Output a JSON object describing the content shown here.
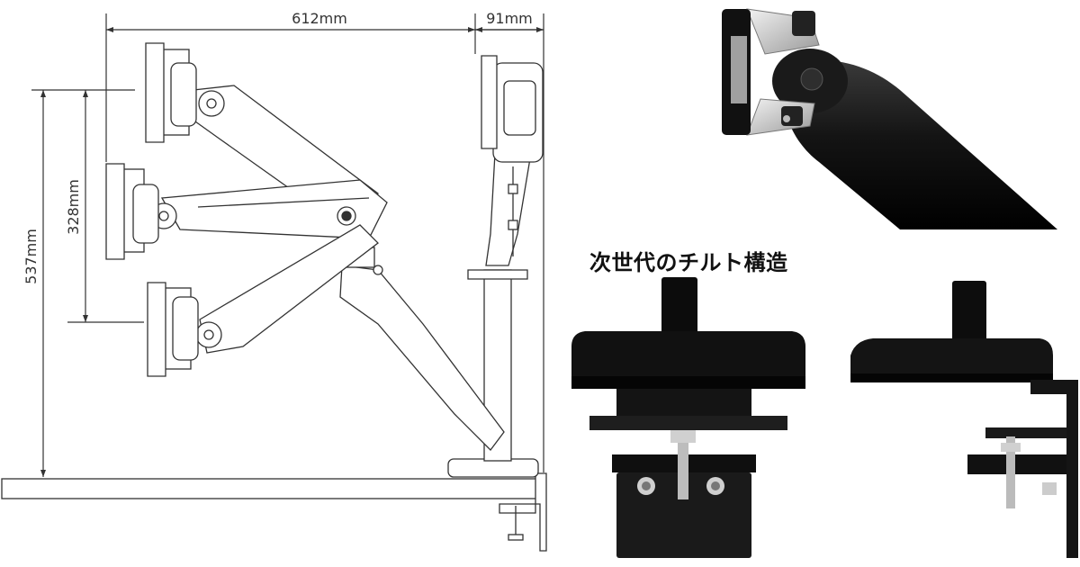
{
  "dimensions": {
    "width_total": "612mm",
    "width_side": "91mm",
    "height_total": "537mm",
    "height_range": "328mm"
  },
  "caption": "次世代のチルト構造",
  "colors": {
    "line": "#333333",
    "metal": "#1b1b1b",
    "silver": "#c9c9c9",
    "background": "#ffffff"
  }
}
